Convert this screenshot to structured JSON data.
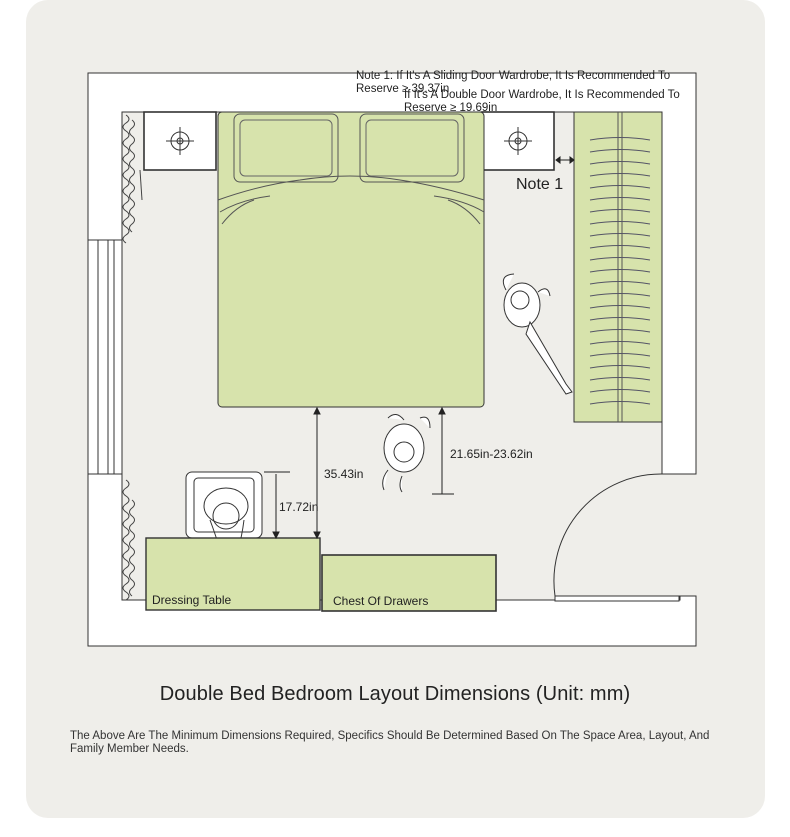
{
  "diagram": {
    "note_sliding": "Note 1: If It's A Sliding Door Wardrobe, It Is Recommended To Reserve ≥ 39.37in",
    "note_double": "If It's A Double Door Wardrobe, It Is Recommended To Reserve ≥ 19.69in",
    "note_label": "Note 1",
    "dim_bed_to_dresser": "35.43in",
    "dim_walkway": "21.65in-23.62in",
    "dim_dresser_chair": "17.72in",
    "dressing_table_label": "Dressing Table",
    "chest_label": "Chest Of Drawers",
    "colors": {
      "furniture_fill": "#d7e3ac",
      "line": "#333333",
      "wall_fill": "#ffffff"
    }
  },
  "caption": {
    "title": "Double Bed Bedroom Layout Dimensions (Unit: mm)",
    "body": "The Above Are The Minimum Dimensions Required, Specifics Should Be Determined Based On The Space Area, Layout, And Family Member Needs."
  }
}
